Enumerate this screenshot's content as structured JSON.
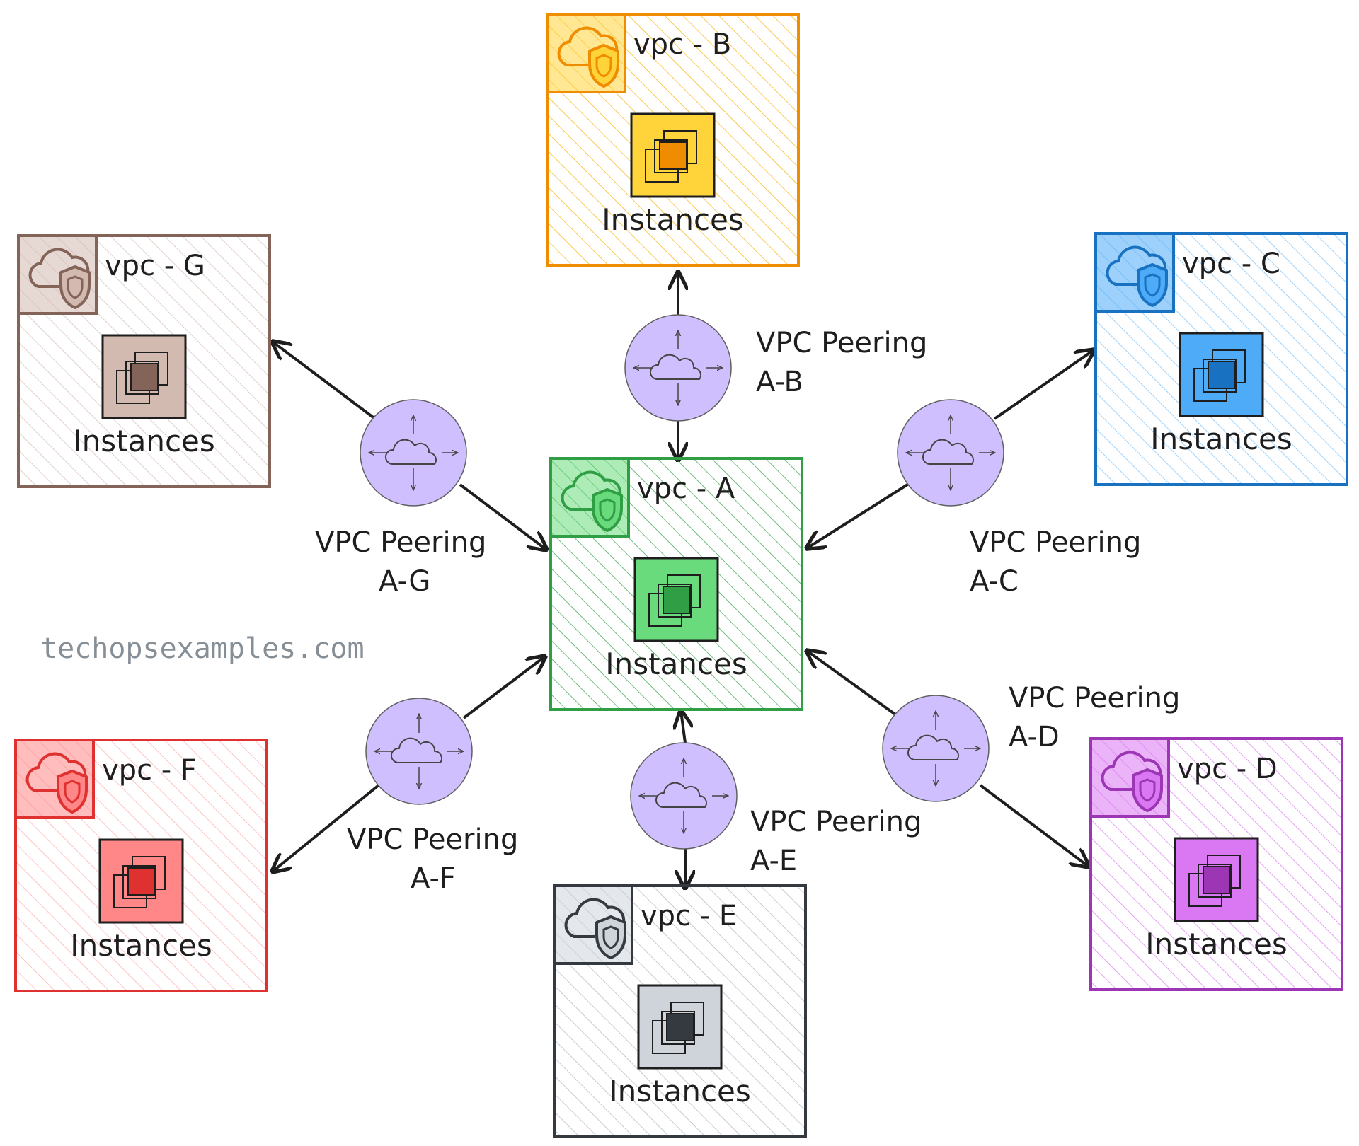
{
  "watermark": "techopsexamples.com",
  "vpcs": [
    {
      "id": "A",
      "label": "vpc - A",
      "instances_label": "Instances",
      "stroke": "#2f9e44",
      "fill": "#69db7c",
      "chip": "#2f9e44",
      "hatch": "#2f9e44"
    },
    {
      "id": "B",
      "label": "vpc - B",
      "instances_label": "Instances",
      "stroke": "#f08c00",
      "fill": "#ffd43b",
      "chip": "#f08c00",
      "hatch": "#fab005"
    },
    {
      "id": "C",
      "label": "vpc - C",
      "instances_label": "Instances",
      "stroke": "#1971c2",
      "fill": "#4dabf7",
      "chip": "#1971c2",
      "hatch": "#74c0fc"
    },
    {
      "id": "D",
      "label": "vpc - D",
      "instances_label": "Instances",
      "stroke": "#9c36b5",
      "fill": "#da77f2",
      "chip": "#9c36b5",
      "hatch": "#da77f2"
    },
    {
      "id": "E",
      "label": "vpc - E",
      "instances_label": "Instances",
      "stroke": "#343a40",
      "fill": "#ced4da",
      "chip": "#343a40",
      "hatch": "#adb5bd"
    },
    {
      "id": "F",
      "label": "vpc - F",
      "instances_label": "Instances",
      "stroke": "#e03131",
      "fill": "#ff8787",
      "chip": "#e03131",
      "hatch": "#ffa8a8"
    },
    {
      "id": "G",
      "label": "vpc - G",
      "instances_label": "Instances",
      "stroke": "#846358",
      "fill": "#d2bab0",
      "chip": "#846358",
      "hatch": "#d2bab0"
    }
  ],
  "peerings": [
    {
      "id": "AB",
      "line1": "VPC Peering",
      "line2": "A-B"
    },
    {
      "id": "AC",
      "line1": "VPC Peering",
      "line2": "A-C"
    },
    {
      "id": "AD",
      "line1": "VPC Peering",
      "line2": "A-D"
    },
    {
      "id": "AE",
      "line1": "VPC Peering",
      "line2": "A-E"
    },
    {
      "id": "AF",
      "line1": "VPC Peering",
      "line2": "A-F"
    },
    {
      "id": "AG",
      "line1": "VPC Peering",
      "line2": "A-G"
    }
  ],
  "colors": {
    "peering_node_fill": "#d0bfff",
    "peering_node_stroke": "#5f5f5f",
    "arrow": "#1e1e1e"
  },
  "icons": {
    "vpc_badge": "cloud-shield-icon",
    "instances": "stacked-squares-icon",
    "peering": "cloud-arrows-icon"
  }
}
